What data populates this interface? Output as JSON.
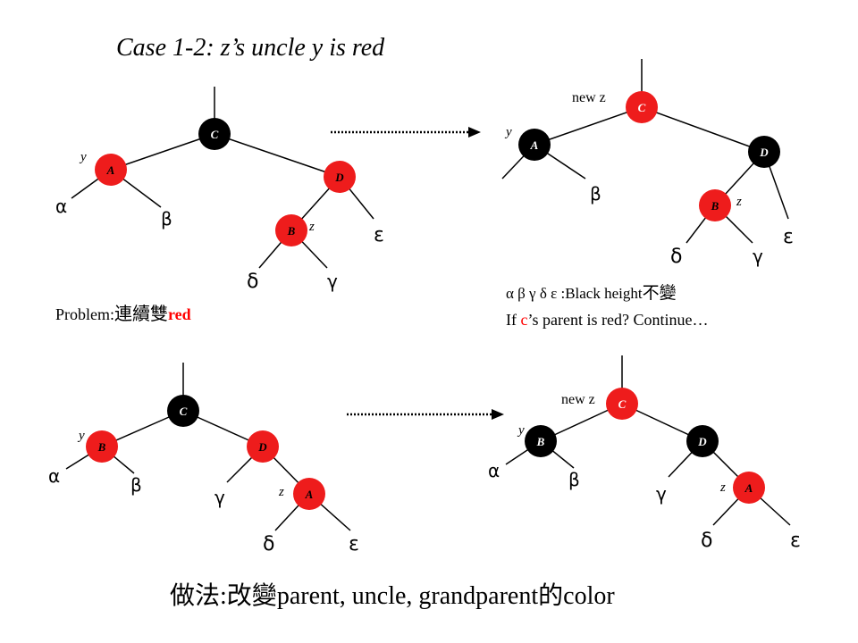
{
  "title": "Case 1-2: z’s uncle y is red",
  "colors": {
    "red": "#ee1c1c",
    "black": "#000000",
    "highlight": "#ff0000"
  },
  "top_left": {
    "nodes": {
      "C": "C",
      "A": "A",
      "D": "D",
      "B": "B"
    },
    "labels": {
      "y": "y",
      "z": "z",
      "alpha": "α",
      "beta": "β",
      "delta": "δ",
      "gamma": "γ",
      "epsilon": "ε"
    },
    "problem_prefix": "Problem:",
    "problem_chinese": "連續雙",
    "problem_red": "red"
  },
  "top_right": {
    "nodes": {
      "C": "C",
      "A": "A",
      "D": "D",
      "B": "B"
    },
    "labels": {
      "new_z": "new z",
      "y": "y",
      "z": "z",
      "beta": "β",
      "delta": "δ",
      "gamma": "γ",
      "epsilon": "ε"
    },
    "note_symbols": "α β γ δ ε",
    "note_text": " :Black height",
    "note_chinese": "不變",
    "continue_prefix": "If ",
    "continue_c": "c",
    "continue_suffix": "’s parent is red? Continue…"
  },
  "bottom_left": {
    "nodes": {
      "C": "C",
      "B": "B",
      "D": "D",
      "A": "A"
    },
    "labels": {
      "y": "y",
      "z": "z",
      "alpha": "α",
      "beta": "β",
      "gamma": "γ",
      "delta": "δ",
      "epsilon": "ε"
    }
  },
  "bottom_right": {
    "nodes": {
      "C": "C",
      "B": "B",
      "D": "D",
      "A": "A"
    },
    "labels": {
      "new_z": "new z",
      "y": "y",
      "z": "z",
      "alpha": "α",
      "beta": "β",
      "gamma": "γ",
      "delta": "δ",
      "epsilon": "ε"
    }
  },
  "footer": {
    "chinese_prefix": "做法",
    "colon": ":",
    "chinese_change": "改變",
    "text": "parent, uncle, grandparent",
    "chinese_of": "的",
    "color_word": "color"
  }
}
